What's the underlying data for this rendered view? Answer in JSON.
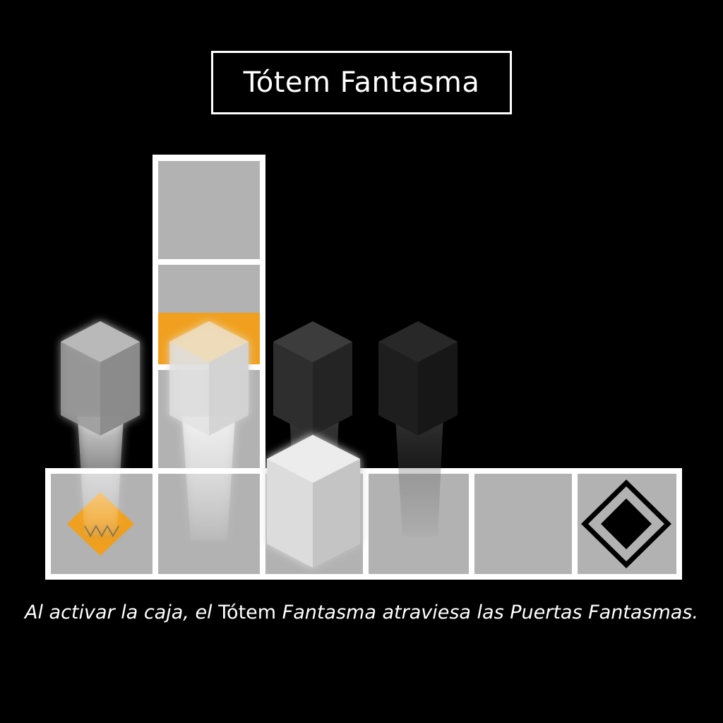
{
  "title": "Tótem Fantasma",
  "caption": {
    "part1": "Al activar la caja,  el ",
    "part2": "Tótem",
    "part3": " Fantasma atraviesa las Puertas Fantasmas."
  },
  "colors": {
    "background": "#000000",
    "tile": "#b2b2b2",
    "frame": "#ffffff",
    "highlight": "#f0a01e"
  },
  "icons": [
    "ghost-totem-icon",
    "pressure-plate-icon",
    "ghost-door-icon",
    "box-icon"
  ]
}
